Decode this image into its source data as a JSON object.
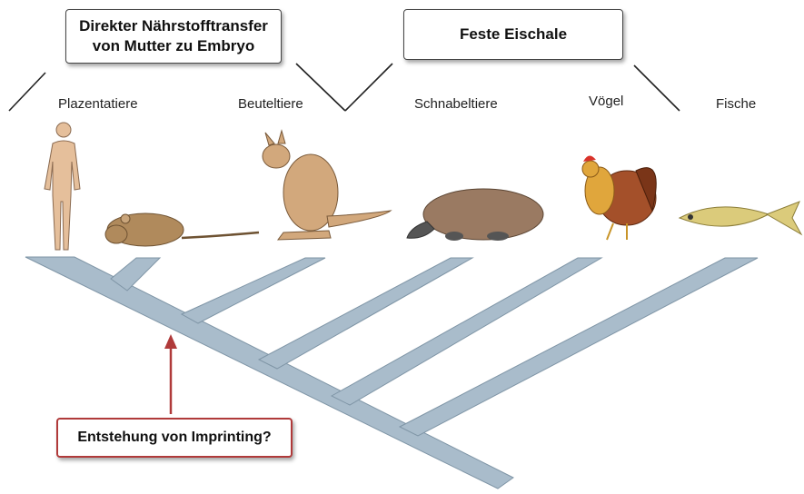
{
  "boxes": {
    "nutrient_line1": "Direkter Nährstofftransfer",
    "nutrient_line2": "von Mutter zu Embryo",
    "eggshell": "Feste Eischale",
    "imprinting": "Entstehung von Imprinting?"
  },
  "taxa": {
    "placentals": "Plazentatiere",
    "marsupials": "Beuteltiere",
    "monotremes": "Schnabeltiere",
    "birds": "Vögel",
    "fish": "Fische"
  },
  "colors": {
    "tree": "#a9bccb",
    "tree_edge": "#7f95a6",
    "arrow": "#b03a3a"
  }
}
